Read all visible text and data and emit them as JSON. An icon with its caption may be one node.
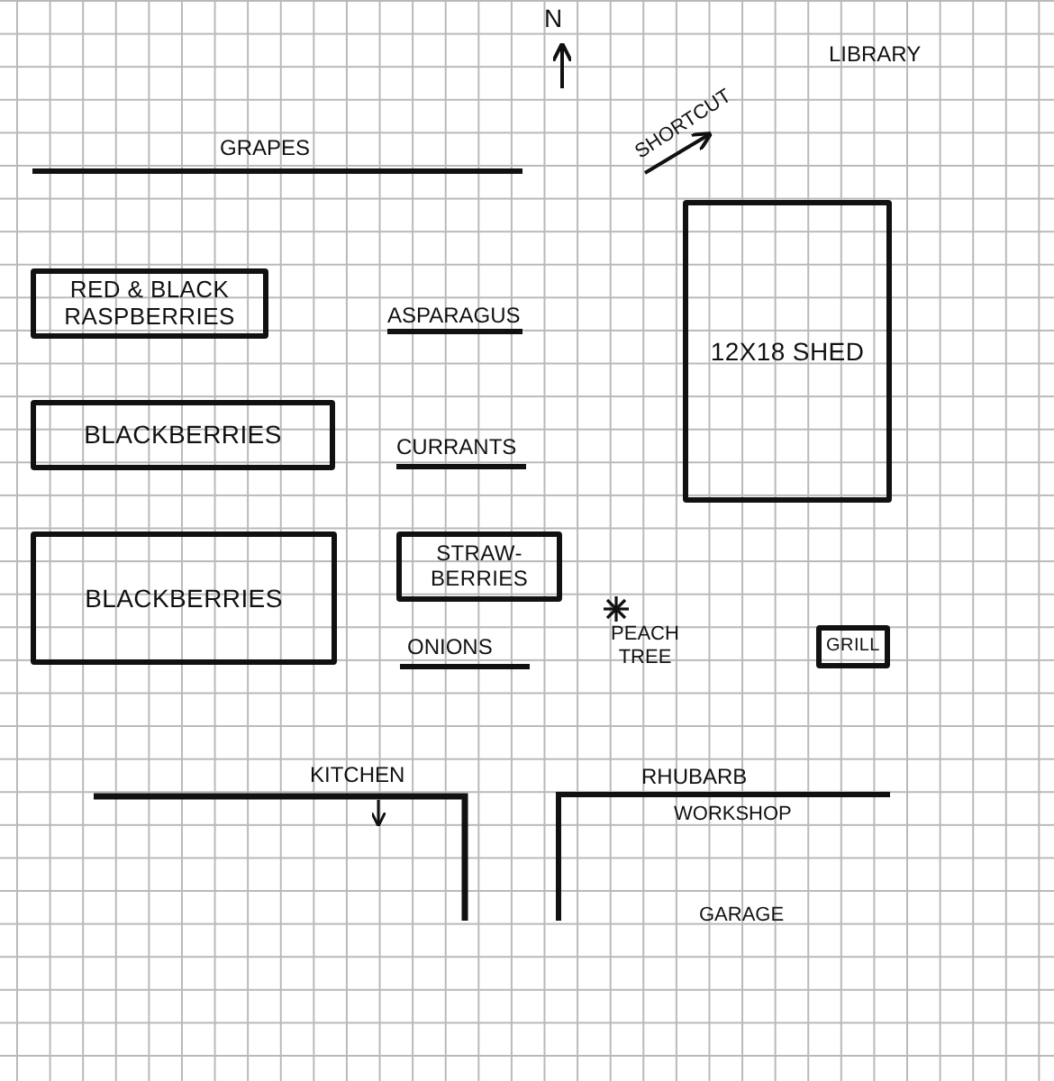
{
  "diagram": {
    "nodes": [
      {
        "text": [
          "RED & BLACK RASPBERRIES"
        ]
      },
      {
        "text": [
          "BLACKBERRIES"
        ]
      },
      {
        "text": [
          "BLACKBERRIES"
        ]
      },
      {
        "text": [
          "STRAW- BERRIES"
        ]
      },
      {
        "text": [
          "12X18 SHED"
        ]
      },
      {
        "text": [
          "GRILL"
        ]
      }
    ],
    "labels": [
      "N",
      "LIBRARY",
      "SHORTCUT",
      "GRAPES",
      "ASPARAGUS",
      "CURRANTS",
      "ONIONS",
      "PEACH TREE",
      "KITCHEN",
      "RHUBARB",
      "WORKSHOP",
      "GARAGE"
    ]
  }
}
